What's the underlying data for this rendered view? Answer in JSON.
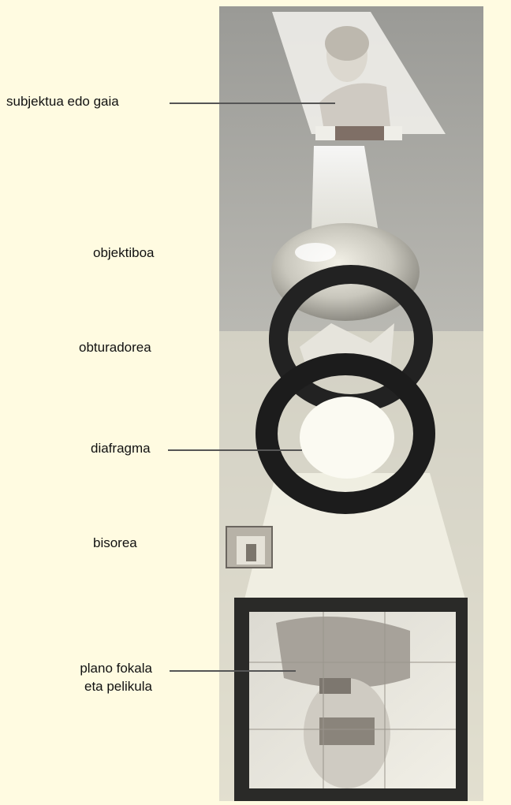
{
  "labels": {
    "subject": "subjektua edo gaia",
    "lens": "objektiboa",
    "shutter": "obturadorea",
    "aperture": "diafragma",
    "viewfinder": "bisorea",
    "focal_plane_line1": "plano fokala",
    "focal_plane_line2": "eta pelikula"
  },
  "colors": {
    "background": "#fffbe1",
    "ring": "#222222",
    "leader_line": "#555555"
  }
}
